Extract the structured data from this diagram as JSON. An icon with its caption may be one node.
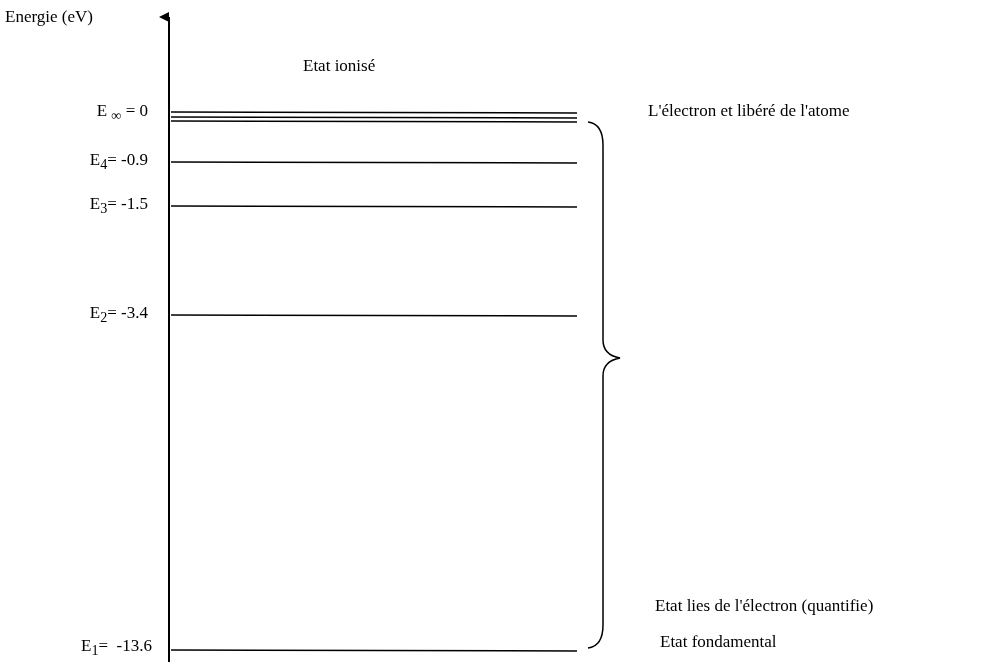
{
  "diagram": {
    "labels": [
      "Energie (eV)",
      "Etat ionisé",
      "E $_{∞}$ = 0",
      "L'électron et libéré de l'atome",
      "E$_{4}$= -0.9",
      "E$_{3}$= -1.5",
      "E$_{2}$= -3.4",
      "Etat lies de l'électron (quantifie)",
      "E$_{1}$=  -13.6",
      "Etat fondamental"
    ]
  }
}
